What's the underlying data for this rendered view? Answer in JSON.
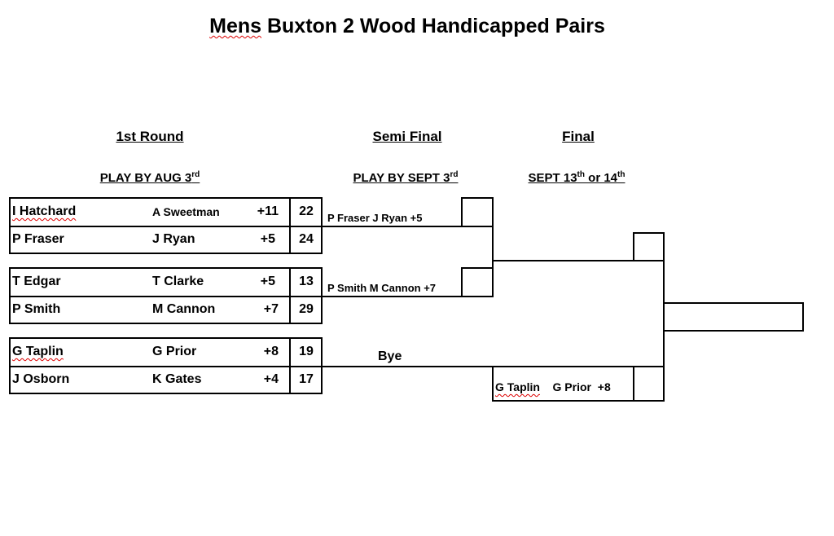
{
  "title": {
    "word1": "Mens",
    "rest": " Buxton 2 Wood Handicapped Pairs"
  },
  "columns": [
    {
      "heading": "1st Round",
      "deadline_main": "PLAY BY AUG 3",
      "deadline_sup": "rd",
      "deadline_tail": ""
    },
    {
      "heading": "Semi Final",
      "deadline_main": "PLAY BY SEPT 3",
      "deadline_sup": "rd",
      "deadline_tail": ""
    },
    {
      "heading": "Final",
      "deadline_main": "SEPT 13",
      "deadline_sup": "th",
      "deadline_mid": " or 14",
      "deadline_sup2": "th"
    }
  ],
  "round1": [
    {
      "p1": "I Hatchard",
      "p2": "A Sweetman",
      "hcp": "+11",
      "score": "22"
    },
    {
      "p1": "P Fraser",
      "p2": "J Ryan",
      "hcp": "+5",
      "score": "24"
    },
    {
      "p1": "T Edgar",
      "p2": "T Clarke",
      "hcp": "+5",
      "score": "13"
    },
    {
      "p1": "P Smith",
      "p2": "M Cannon",
      "hcp": "+7",
      "score": "29"
    },
    {
      "p1": "G Taplin",
      "p2": "G Prior",
      "hcp": "+8",
      "score": "19"
    },
    {
      "p1": "J Osborn",
      "p2": "K Gates",
      "hcp": "+4",
      "score": "17"
    }
  ],
  "semi": [
    {
      "text": "P Fraser   J Ryan   +5"
    },
    {
      "text": "P Smith  M Cannon  +7"
    }
  ],
  "bye": "Bye",
  "final_entry": {
    "p1": "G Taplin",
    "p2": "G Prior",
    "hcp": "+8"
  }
}
